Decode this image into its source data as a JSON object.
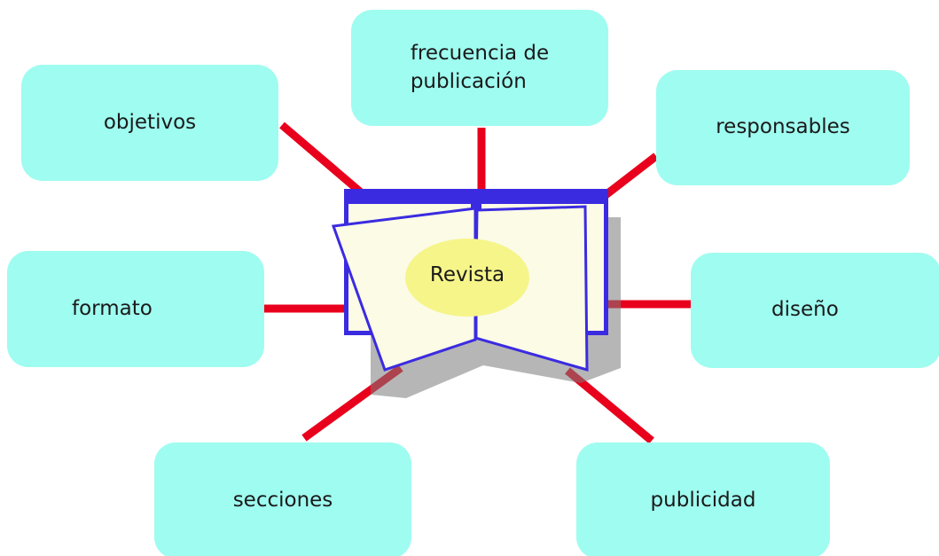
{
  "diagram": {
    "center": {
      "label": "Revista",
      "icon": "open-magazine-icon"
    },
    "nodes": [
      {
        "id": "objetivos",
        "label": "objetivos"
      },
      {
        "id": "frecuencia",
        "label": "frecuencia de\npublicación"
      },
      {
        "id": "responsables",
        "label": "responsables"
      },
      {
        "id": "formato",
        "label": "formato"
      },
      {
        "id": "diseno",
        "label": "diseño"
      },
      {
        "id": "secciones",
        "label": "secciones"
      },
      {
        "id": "publicidad",
        "label": "publicidad"
      }
    ],
    "colors": {
      "node_fill": "#9ffcf0",
      "connector": "#e8001c",
      "center_ellipse": "#f6f58a",
      "book_cover": "#3b2be0",
      "page_fill": "#fbfbe6"
    }
  }
}
